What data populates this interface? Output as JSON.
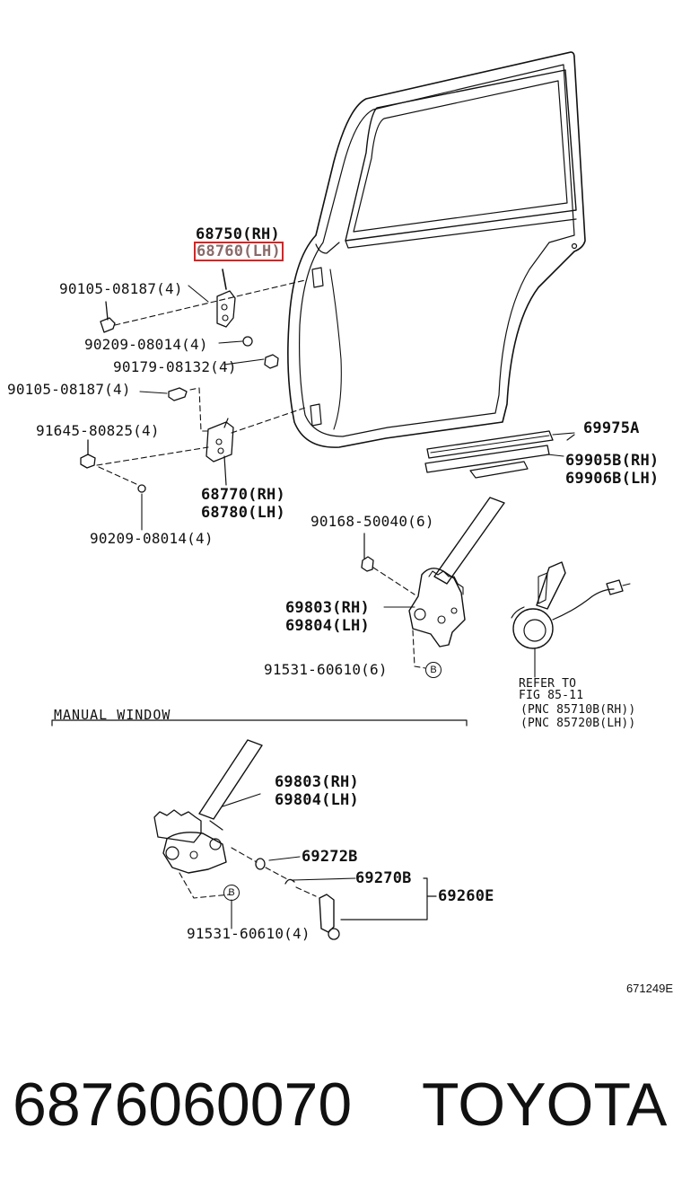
{
  "labels": {
    "p68750": "68750(RH)",
    "p68760": "68760(LH)",
    "b90105a": "90105-08187(4)",
    "w90209a": "90209-08014(4)",
    "n90179": "90179-08132(4)",
    "b90105b": "90105-08187(4)",
    "c91645": "91645-80825(4)",
    "p68770": "68770(RH)",
    "p68780": "68780(LH)",
    "w90209b": "90209-08014(4)",
    "p69975": "69975A",
    "p69905": "69905B(RH)",
    "p69906": "69906B(LH)",
    "s90168": "90168-50040(6)",
    "p69803a": "69803(RH)",
    "p69804a": "69804(LH)",
    "b91531a": "91531-60610(6)",
    "callout_b": "B",
    "refer1": "REFER TO",
    "refer2": "FIG 85-11",
    "refer3": "(PNC 85710B(RH))",
    "refer4": "(PNC 85720B(LH))",
    "manual_window": "MANUAL WINDOW",
    "p69803b": "69803(RH)",
    "p69804b": "69804(LH)",
    "p69272": "69272B",
    "p69270": "69270B",
    "p69260": "69260E",
    "b91531b": "91531-60610(4)"
  },
  "figure_ref": "671249E",
  "footer": {
    "part_number": "6876060070",
    "brand": "TOYOTA"
  },
  "highlight_color": "#dd2222"
}
